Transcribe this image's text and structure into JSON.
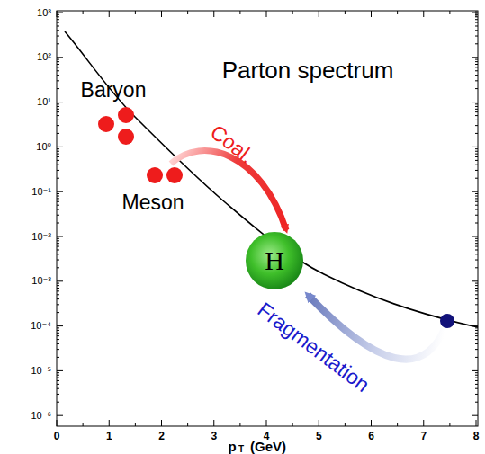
{
  "diagram": {
    "title": "Parton spectrum",
    "nodes": [
      {
        "text": [
          "H"
        ]
      }
    ],
    "labels": [
      "Baryon",
      "Meson",
      "Coal.",
      "Fragmentation",
      "10³",
      "10²",
      "10¹",
      "10⁰",
      "10⁻¹",
      "10⁻²",
      "10⁻³",
      "10⁻⁴",
      "10⁻⁵",
      "10⁻⁶",
      "0",
      "1",
      "2",
      "3",
      "4",
      "5",
      "6",
      "7",
      "8",
      "p",
      "T",
      "(GeV)"
    ]
  }
}
